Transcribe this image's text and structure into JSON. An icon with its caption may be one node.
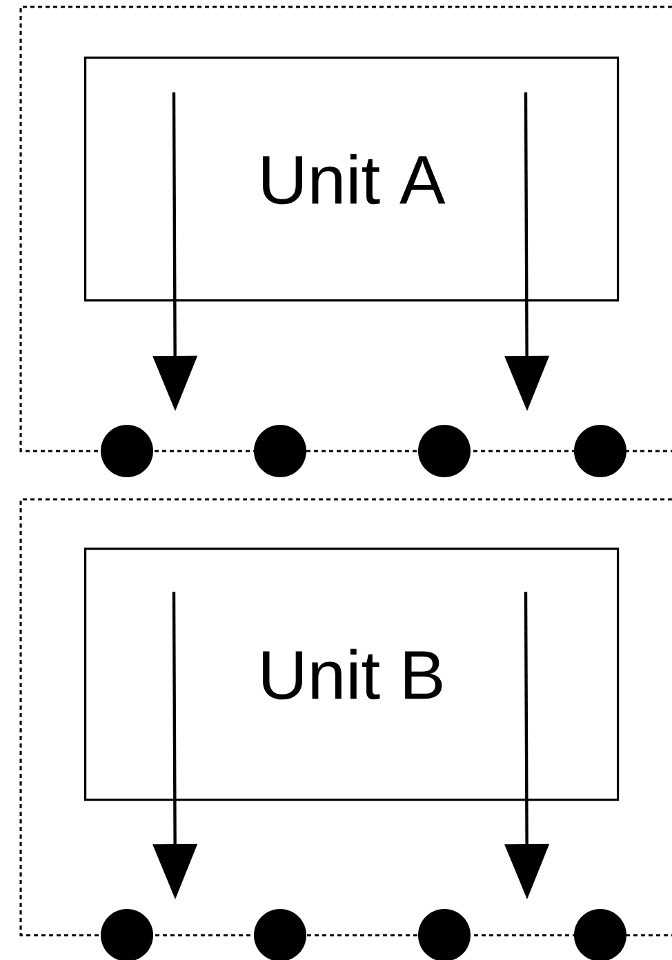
{
  "diagram": {
    "nodes": [
      {
        "text": [],
        "shape": "box"
      },
      {
        "text": [
          "Unit A"
        ],
        "in": 0
      },
      {
        "text": [],
        "shape": "circle"
      },
      {
        "text": [],
        "shape": "circle"
      },
      {
        "text": [],
        "shape": "circle"
      },
      {
        "text": [],
        "shape": "circle"
      },
      {
        "text": [],
        "shape": "box"
      },
      {
        "text": [
          "Unit B"
        ],
        "in": 6
      },
      {
        "text": [],
        "shape": "circle"
      },
      {
        "text": [],
        "shape": "circle"
      },
      {
        "text": [],
        "shape": "circle"
      },
      {
        "text": [],
        "shape": "circle"
      }
    ],
    "edges": [
      {
        "from": 1,
        "to": null,
        "arrow": "to"
      },
      {
        "from": 1,
        "to": null,
        "arrow": "to"
      },
      {
        "from": 7,
        "to": null,
        "arrow": "to"
      },
      {
        "from": 7,
        "to": null,
        "arrow": "to"
      }
    ]
  }
}
